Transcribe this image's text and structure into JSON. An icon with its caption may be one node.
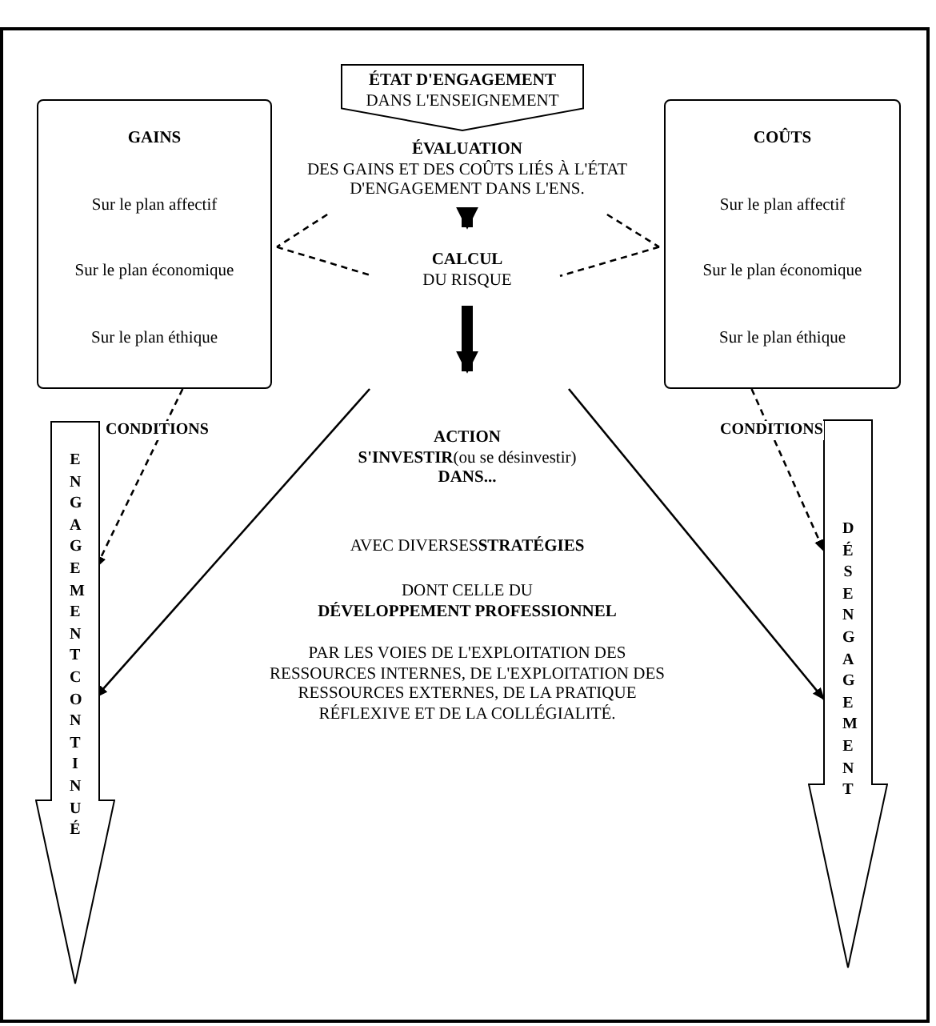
{
  "diagram": {
    "nodes": [
      {
        "text": [
          "ÉTAT D'ENGAGEMENT",
          "DANS L'ENSEIGNEMENT"
        ]
      },
      {
        "text": [
          "GAINS",
          "Sur le plan affectif",
          "Sur le plan économique",
          "Sur le plan éthique"
        ]
      },
      {
        "text": [
          "COÛTS",
          "Sur le plan affectif",
          "Sur le plan économique",
          "Sur le plan éthique"
        ]
      },
      {
        "text": [
          "ÉVALUATION",
          "DES GAINS ET DES COÛTS LIÉS À L'ÉTAT D'ENGAGEMENT DANS L'ENS."
        ]
      },
      {
        "text": [
          "CALCUL",
          "DU RISQUE"
        ]
      },
      {
        "text": [
          "ACTION",
          "**S'INVESTIR**(ou se désinvestir)",
          "DANS...",
          "AVEC DIVERSES**STRATÉGIES**",
          "DONT CELLE DU",
          "DÉVELOPPEMENT PROFESSIONNEL",
          "PAR LES VOIES DE L'EXPLOITATION DES RESSOURCES INTERNES, DE L'EXPLOITATION DES RESSOURCES EXTERNES, DE LA PRATIQUE RÉFLEXIVE ET DE LA COLLÉGIALITÉ."
        ]
      },
      {
        "text": [
          "ENGAGEMENT CONTINUÉ"
        ]
      },
      {
        "text": [
          "DÉSENGAGEMENT"
        ]
      }
    ],
    "edges": [
      {
        "from": 3,
        "to": 4,
        "arrow": "to",
        "style": "thick"
      },
      {
        "from": 4,
        "to": 5,
        "arrow": "to",
        "style": "thick"
      },
      {
        "from": 3,
        "to": 1,
        "arrow": "none",
        "style": "dashed"
      },
      {
        "from": 1,
        "to": 4,
        "arrow": "none",
        "style": "dashed"
      },
      {
        "from": 3,
        "to": 2,
        "arrow": "none",
        "style": "dashed"
      },
      {
        "from": 2,
        "to": 4,
        "arrow": "none",
        "style": "dashed"
      },
      {
        "from": 1,
        "to": 6,
        "arrow": "to",
        "style": "dashed",
        "label": "CONDITIONS"
      },
      {
        "from": 2,
        "to": 7,
        "arrow": "to",
        "style": "dashed",
        "label": "CONDITIONS"
      },
      {
        "from": 5,
        "to": 6,
        "arrow": "to"
      },
      {
        "from": 5,
        "to": 7,
        "arrow": "to"
      }
    ]
  }
}
